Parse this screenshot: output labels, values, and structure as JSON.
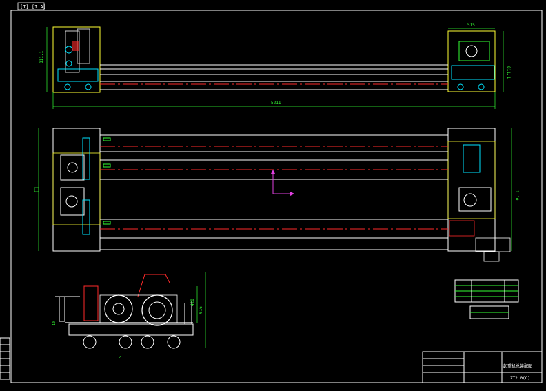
{
  "drawing": {
    "corner_tag": "[I] [I.A]",
    "dim_top_overall": "5211",
    "dim_left_height": "811.1",
    "dim_right_height": "811.1",
    "dim_right_width": "515",
    "dim_plan_width": "1:10",
    "dim_side_height_1": "420",
    "dim_side_height_2": "616",
    "dim_side_small_1": "10",
    "dim_side_small_2": "15",
    "title_block_name": "起重机总装配图",
    "title_block_code": "ZT2.0(C)"
  },
  "colors": {
    "background": "#000000",
    "frame": "#ffffff",
    "centerline": "#ff2a2a",
    "dimension": "#33ff33",
    "component": "#00e5ff",
    "outline_yellow": "#ffff33",
    "axis_magenta": "#e040e0"
  }
}
